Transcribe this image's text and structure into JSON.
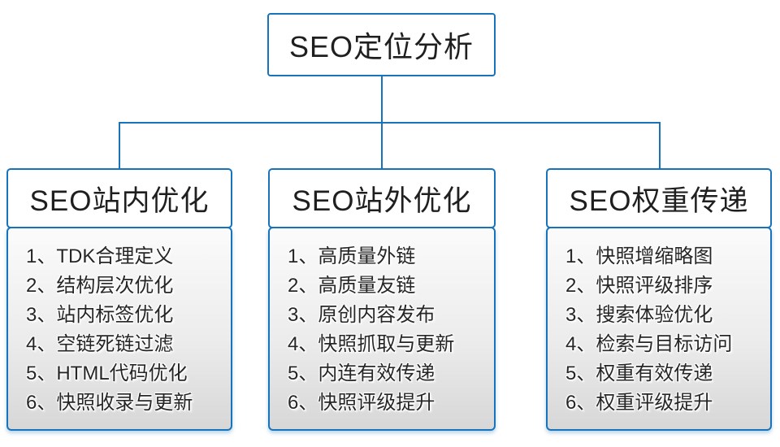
{
  "diagram_title": "SEO定位分析",
  "root": {
    "title": "SEO定位分析"
  },
  "columns": [
    {
      "title": "SEO站内优化",
      "items": [
        "1、TDK合理定义",
        "2、结构层次优化",
        "3、站内标签优化",
        "4、空链死链过滤",
        "5、HTML代码优化",
        "6、快照收录与更新"
      ]
    },
    {
      "title": "SEO站外优化",
      "items": [
        "1、高质量外链",
        "2、高质量友链",
        "3、原创内容发布",
        "4、快照抓取与更新",
        "5、内连有效传递",
        "6、快照评级提升"
      ]
    },
    {
      "title": "SEO权重传递",
      "items": [
        "1、快照增缩略图",
        "2、快照评级排序",
        "3、搜索体验优化",
        "4、检索与目标访问",
        "5、权重有效传递",
        "6、权重评级提升"
      ]
    }
  ],
  "colors": {
    "accent_blue": "#1673BC",
    "text": "#1f1f1f",
    "list_gradient_top": "#fbfbfb",
    "list_gradient_bottom": "#d7d7d7",
    "background": "#ffffff"
  }
}
